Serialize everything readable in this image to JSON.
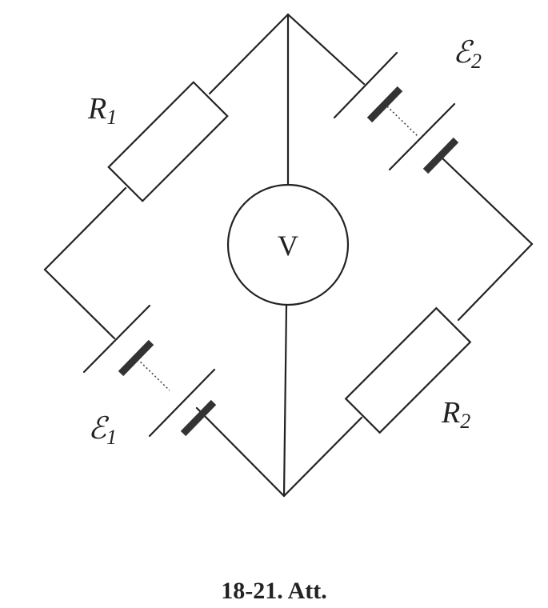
{
  "labels": {
    "r1": "R",
    "r1_sub": "1",
    "r2": "R",
    "r2_sub": "2",
    "emf1": "ℰ",
    "emf1_sub": "1",
    "emf2": "ℰ",
    "emf2_sub": "2",
    "voltmeter": "V"
  },
  "caption": "18-21. Att."
}
